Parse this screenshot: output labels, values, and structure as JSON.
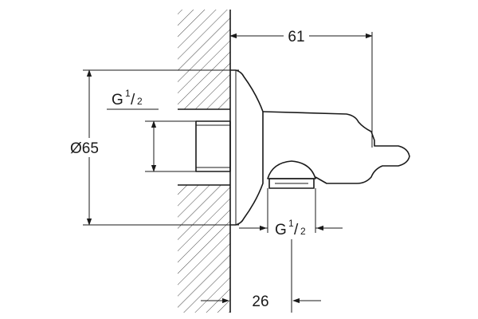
{
  "dimensions": {
    "overall_depth": "61",
    "diameter_symbol": "Ø",
    "diameter_value": "65",
    "inlet_thread_main": "G",
    "inlet_thread_num": "1",
    "inlet_thread_den": "2",
    "outlet_thread_main": "G",
    "outlet_thread_num": "1",
    "outlet_thread_den": "2",
    "outlet_offset": "26"
  },
  "colors": {
    "line": "#1a1a1a",
    "background": "#ffffff"
  }
}
